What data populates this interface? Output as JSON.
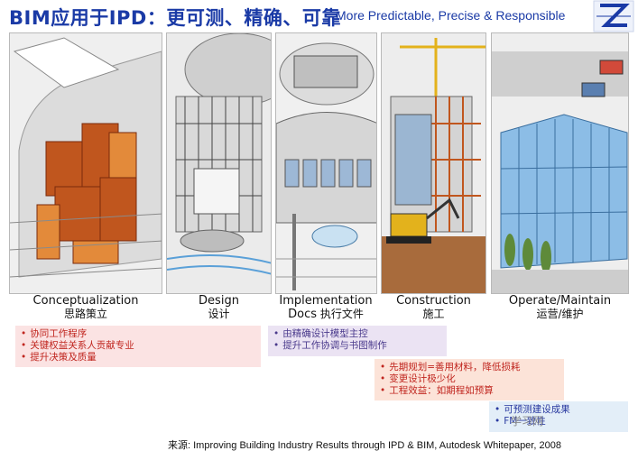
{
  "title": {
    "cn": "BIM应用于IPD：更可测、精确、可靠",
    "en": "More Predictable, Precise & Responsible"
  },
  "colors": {
    "title_blue": "#1a3aa6",
    "box_pink": "#fbe3e3",
    "box_purple": "#ebe3f3",
    "box_peach": "#fce3d8",
    "box_lightblue": "#e3eef8",
    "note_red": "#c0261f"
  },
  "logo": {
    "icon": "z-logo-icon"
  },
  "stages": [
    {
      "en": "Conceptualization",
      "cn": "思路策立"
    },
    {
      "en": "Design",
      "cn": "设计"
    },
    {
      "en": "Implementation",
      "en2": "Docs",
      "cn": "执行文件"
    },
    {
      "en": "Construction",
      "cn": "施工"
    },
    {
      "en": "Operate/Maintain",
      "cn": "运营/维护"
    }
  ],
  "notes": {
    "conceptualization": [
      "协同工作程序",
      "关键权益关系人贡献专业",
      "提升决策及质量"
    ],
    "implementation": [
      "由精确设计模型主控",
      "提升工作协调与书图制作"
    ],
    "construction": [
      "先期规划=善用材料，降低损耗",
      "变更设计极少化",
      "工程效益：如期程如预算"
    ],
    "operate": [
      "可预测建设成果",
      "FM一致性"
    ]
  },
  "watermark": "学习网",
  "source": "来源:   Improving Building Industry Results through IPD & BIM, Autodesk Whitepaper, 2008"
}
